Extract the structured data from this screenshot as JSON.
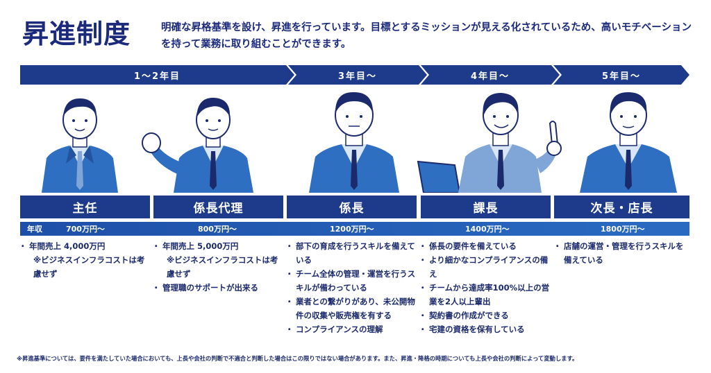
{
  "header": {
    "title": "昇進制度",
    "lead": "明確な昇格基準を設け、昇進を行っています。目標とするミッションが見える化されているため、高いモチベーションを持って業務に取り組むことができます。"
  },
  "timeline": [
    {
      "label": "1〜2年目"
    },
    {
      "label": "3年目〜"
    },
    {
      "label": "4年目〜"
    },
    {
      "label": "5年目〜"
    }
  ],
  "ranks": [
    {
      "title": "主任",
      "salary": "700万円〜",
      "items": [
        {
          "text": "年間売上 4,000万円",
          "note": false
        },
        {
          "text": "※ビジネスインフラコストは考慮せず",
          "note": true
        }
      ]
    },
    {
      "title": "係長代理",
      "salary": "800万円〜",
      "items": [
        {
          "text": "年間売上 5,000万円",
          "note": false
        },
        {
          "text": "※ビジネスインフラコストは考慮せず",
          "note": true
        },
        {
          "text": "管理職のサポートが出来る",
          "note": false
        }
      ]
    },
    {
      "title": "係長",
      "salary": "1200万円〜",
      "items": [
        {
          "text": "部下の育成を行うスキルを備えている",
          "note": false
        },
        {
          "text": "チーム全体の管理・運営を行うスキルが備わっている",
          "note": false
        },
        {
          "text": "業者との繋がりがあり、未公開物件の収集や販売権を有する",
          "note": false
        },
        {
          "text": "コンプライアンスの理解",
          "note": false
        }
      ]
    },
    {
      "title": "課長",
      "salary": "1400万円〜",
      "items": [
        {
          "text": "係長の要件を備えている",
          "note": false
        },
        {
          "text": "より細かなコンプライアンスの備え",
          "note": false
        },
        {
          "text": "チームから達成率100%以上の営業を2人以上輩出",
          "note": false
        },
        {
          "text": "契約書の作成ができる",
          "note": false
        },
        {
          "text": "宅建の資格を保有している",
          "note": false
        }
      ]
    },
    {
      "title": "次長・店長",
      "salary": "1800万円〜",
      "items": [
        {
          "text": "店舗の運営・管理を行うスキルを備えている",
          "note": false
        }
      ]
    }
  ],
  "salary_label": "年収",
  "footnote": "※昇進基準については、要件を満たしていた場合においても、上長や会社の判断で不適合と判断した場合はこの限りではない場合があります。また、昇進・降格の時期についても上長や会社の判断によって変動します。",
  "colors": {
    "navy": "#1e3a8a",
    "suit_blue": "#2f6fc1",
    "shirt": "#d8e6f5",
    "skin": "#ffffff"
  },
  "icons": [
    "chevron-arrow-icon",
    "businessman-illustration",
    "clenched-fist",
    "raised-finger",
    "laptop-screen"
  ]
}
